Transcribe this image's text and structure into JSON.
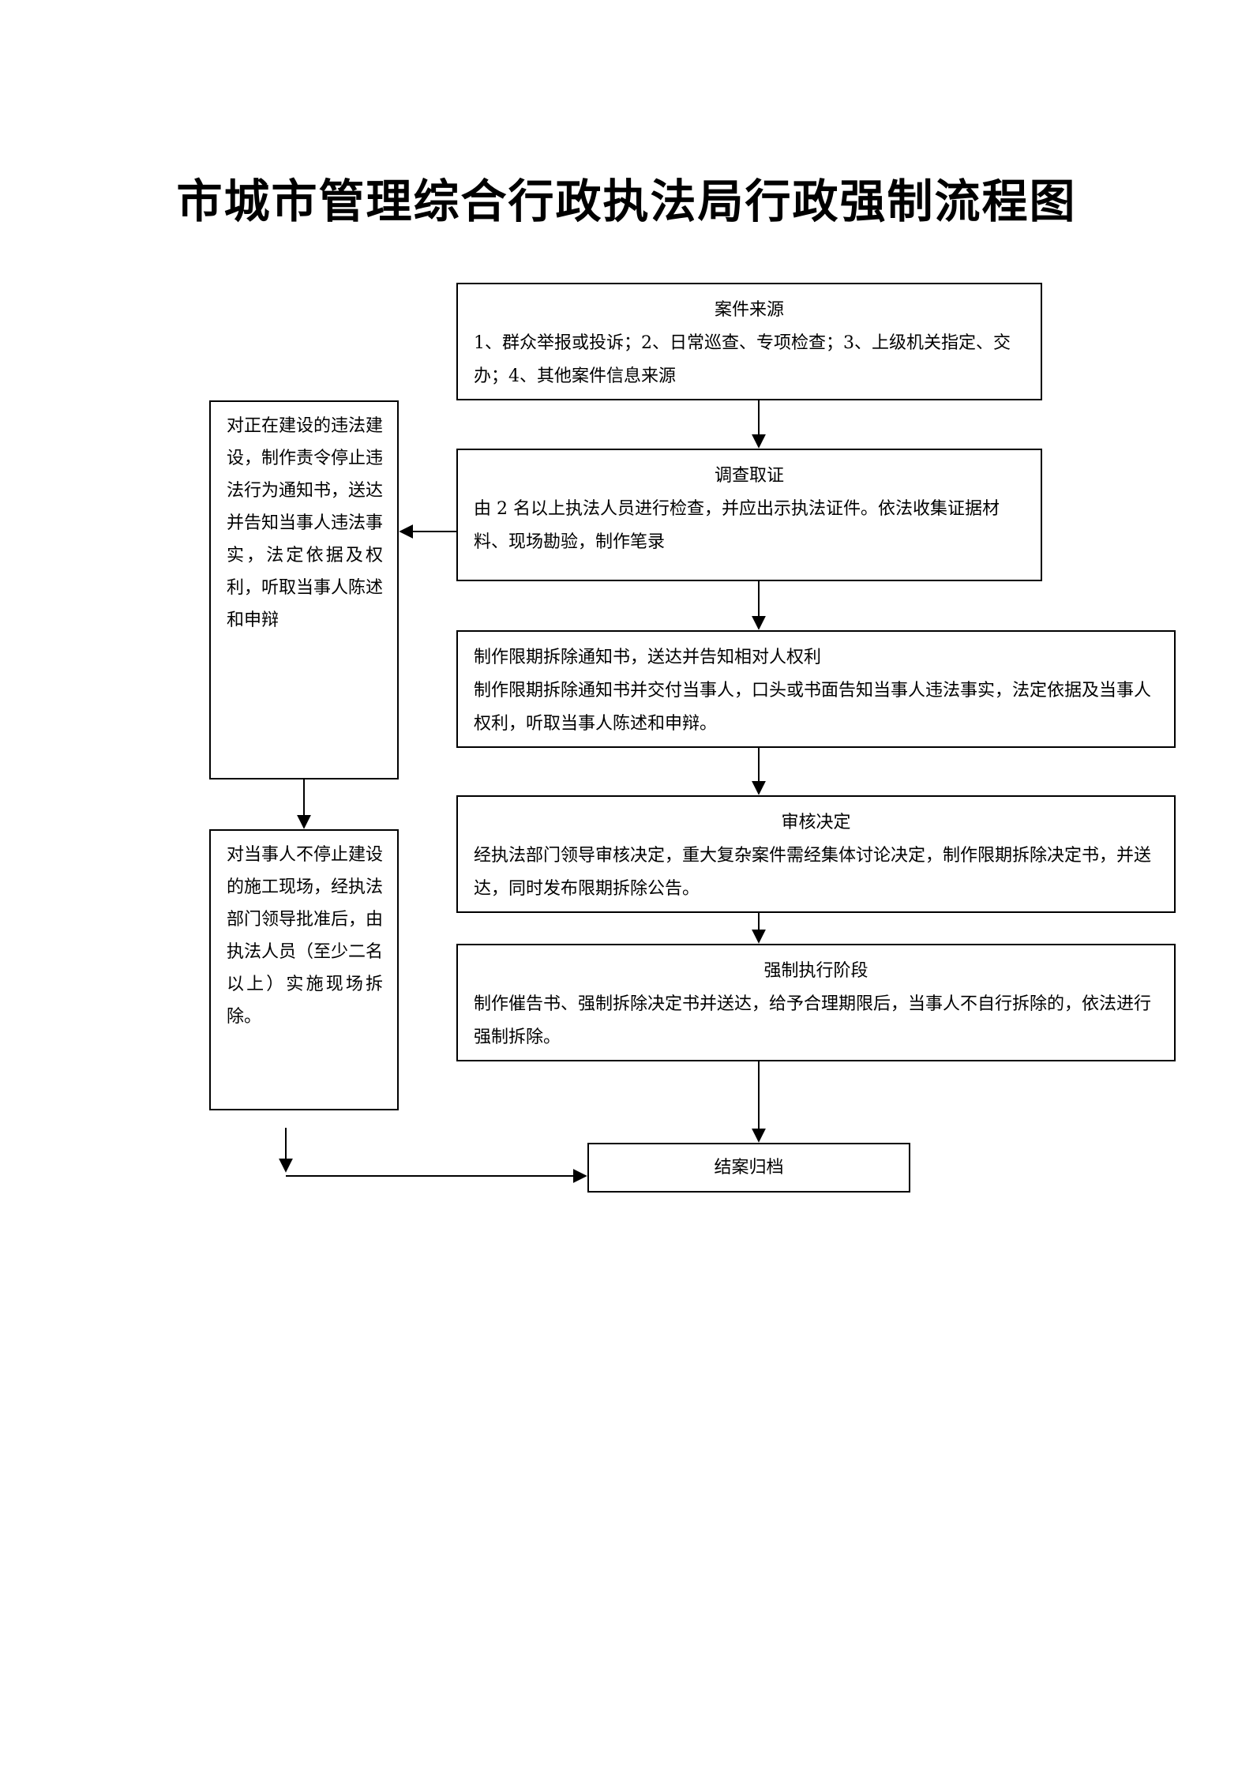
{
  "title": "市城市管理综合行政执法局行政强制流程图",
  "nodes": {
    "source": {
      "head": "案件来源",
      "body": "1、群众举报或投诉；2、日常巡查、专项检查；3、上级机关指定、交办；4、其他案件信息来源"
    },
    "investigation": {
      "head": "调查取证",
      "body": "由 2 名以上执法人员进行检查，并应出示执法证件。依法收集证据材料、现场勘验，制作笔录"
    },
    "notice": {
      "head": "制作限期拆除通知书，送达并告知相对人权利",
      "body": "制作限期拆除通知书并交付当事人，口头或书面告知当事人违法事实，法定依据及当事人权利，听取当事人陈述和申辩。"
    },
    "review": {
      "head": "审核决定",
      "body": "经执法部门领导审核决定，重大复杂案件需经集体讨论决定，制作限期拆除决定书，并送达，同时发布限期拆除公告。"
    },
    "enforcement": {
      "head": "强制执行阶段",
      "body": "制作催告书、强制拆除决定书并送达，给予合理期限后，当事人不自行拆除的，依法进行强制拆除。"
    },
    "stop_order": {
      "body": "对正在建设的违法建设，制作责令停止违法行为通知书，送达并告知当事人违法事实，法定依据及权利，听取当事人陈述和申辩"
    },
    "onsite_removal": {
      "body": "对当事人不停止建设的施工现场，经执法部门领导批准后，由执法人员（至少二名以上）实施现场拆除。"
    },
    "close": {
      "label": "结案归档"
    }
  }
}
